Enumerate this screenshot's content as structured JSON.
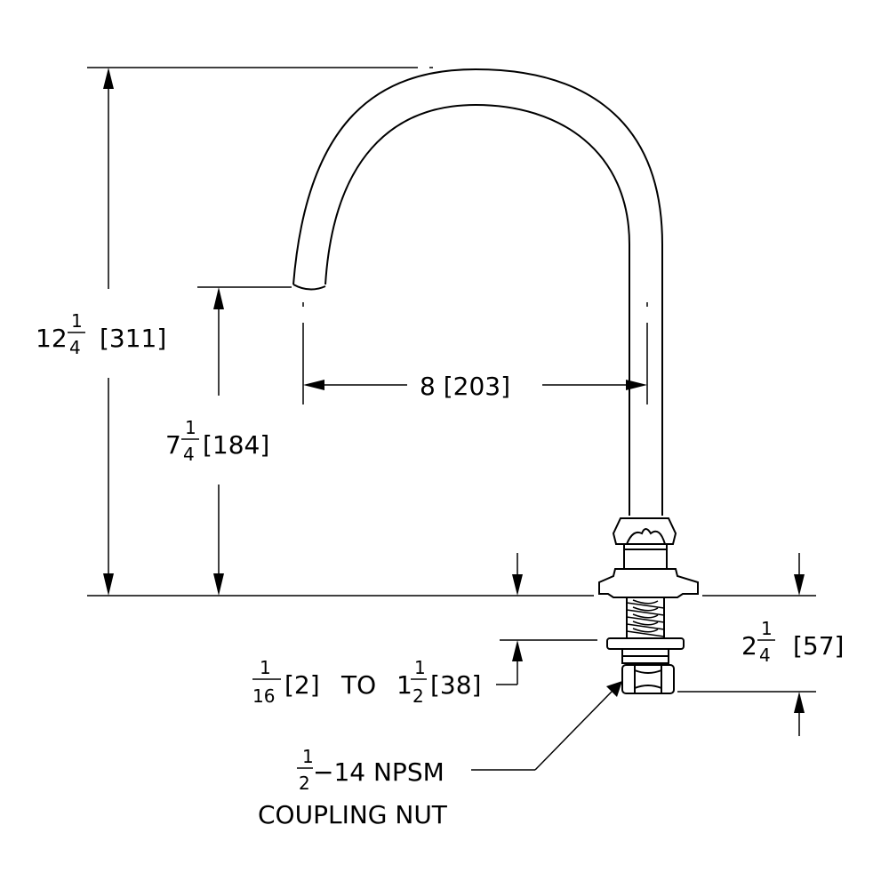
{
  "dimensions": {
    "overall_height": {
      "whole": "12",
      "num": "1",
      "den": "4",
      "metric": "[311]"
    },
    "spout_height": {
      "whole": "7",
      "num": "1",
      "den": "4",
      "metric": "[184]"
    },
    "spout_reach": {
      "label": "8 [203]"
    },
    "shank_length": {
      "whole": "2",
      "num": "1",
      "den": "4",
      "metric": "[57]"
    },
    "deck_range": {
      "min_num": "1",
      "min_den": "16",
      "min_metric": "[2]",
      "to": "TO",
      "max_whole": "1",
      "max_num": "1",
      "max_den": "2",
      "max_metric": "[38]"
    }
  },
  "callout": {
    "thread_num": "1",
    "thread_den": "2",
    "thread_spec": "−14 NPSM",
    "name": "COUPLING NUT"
  }
}
